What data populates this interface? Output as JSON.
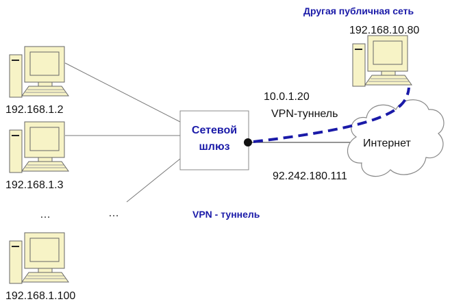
{
  "hosts": [
    {
      "ip": "192.168.1.2"
    },
    {
      "ip": "192.168.1.3"
    },
    {
      "ip": "192.168.1.100"
    }
  ],
  "ellipsis": "…",
  "gateway": {
    "line1": "Сетевой",
    "line2": "шлюз"
  },
  "internet_label": "Интернет",
  "remote": {
    "network_label": "Другая публичная сеть",
    "ip": "192.168.10.80"
  },
  "tunnel": {
    "inner_ip": "10.0.1.20",
    "label": "VPN-туннель",
    "external_ip": "92.242.180.111"
  },
  "caption": "VPN - туннель",
  "colors": {
    "accent": "#1a1aa8",
    "computer_fill": "#f7f3c6",
    "line": "#777777"
  }
}
